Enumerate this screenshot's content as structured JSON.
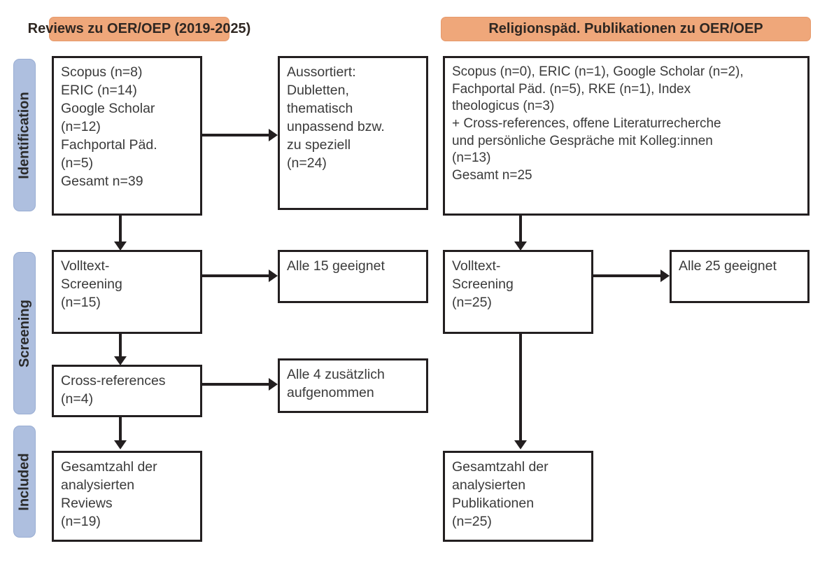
{
  "figure": {
    "type": "prisma-flow-diagram",
    "colors": {
      "header_orange": "#efa77a",
      "stage_tab_blue": "#aebfdf",
      "box_border": "#231f20",
      "text": "#3a3a3a",
      "background": "#ffffff"
    }
  },
  "stages": [
    {
      "label": "Identification"
    },
    {
      "label": "Screening"
    },
    {
      "label": "Included"
    }
  ],
  "columns": [
    {
      "header": "Reviews zu OER/OEP (2019-2025)"
    },
    {
      "header": "Religionspäd. Publikationen zu OER/OEP"
    }
  ],
  "boxes": {
    "left_identification": "Scopus (n=8)\nERIC (n=14)\nGoogle Scholar\n(n=12)\nFachportal Päd.\n(n=5)\nGesamt n=39",
    "left_excluded": "Aussortiert:\nDubletten,\nthematisch\nunpassend bzw.\nzu speziell\n(n=24)",
    "left_screening": "Volltext-\nScreening\n(n=15)",
    "left_screening_result": "Alle 15 geeignet",
    "left_crossrefs": "Cross-references\n(n=4)",
    "left_crossrefs_result": "Alle 4 zusätzlich\naufgenommen",
    "left_included": "Gesamtzahl der\nanalysierten\nReviews\n(n=19)",
    "right_identification": "Scopus (n=0), ERIC (n=1), Google Scholar (n=2),\nFachportal Päd. (n=5), RKE (n=1), Index\ntheologicus (n=3)\n+ Cross-references, offene Literaturrecherche\nund persönliche Gespräche mit Kolleg:innen\n(n=13)\nGesamt n=25",
    "right_screening": "Volltext-\nScreening\n(n=25)",
    "right_screening_result": "Alle 25 geeignet",
    "right_included": "Gesamtzahl der\nanalysierten\nPublikationen\n(n=25)"
  },
  "counts": {
    "left_scopus": 8,
    "left_eric": 14,
    "left_google_scholar": 12,
    "left_fachportal": 5,
    "left_total": 39,
    "left_excluded": 24,
    "left_fulltext_screened": 15,
    "left_crossrefs": 4,
    "left_included": 19,
    "right_scopus": 0,
    "right_eric": 1,
    "right_google_scholar": 2,
    "right_fachportal": 5,
    "right_rke": 1,
    "right_index_theologicus": 3,
    "right_other_sources": 13,
    "right_total": 25,
    "right_fulltext_screened": 25,
    "right_included": 25
  }
}
